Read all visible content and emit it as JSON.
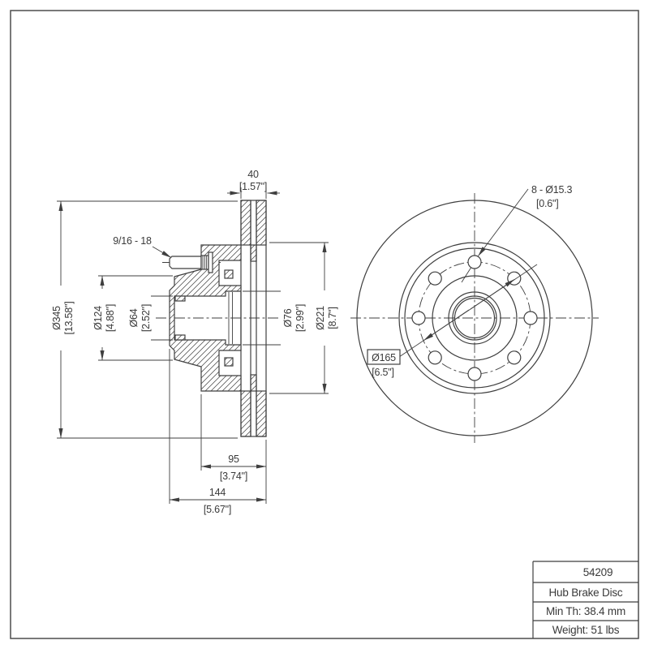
{
  "title_block": {
    "part_number": "54209",
    "part_name": "Hub Brake Disc",
    "min_thickness": "Min Th: 38.4 mm",
    "weight": "Weight: 51 lbs"
  },
  "left_view": {
    "disc_width_mm": "40",
    "disc_width_in": "[1.57\"]",
    "stud_thread": "9/16 - 18",
    "outer_dia_mm": "Ø345",
    "outer_dia_in": "[13.58\"]",
    "shoulder_dia_mm": "Ø124",
    "shoulder_dia_in": "[4.88\"]",
    "bore_dia_mm": "Ø64",
    "bore_dia_in": "[2.52\"]",
    "race_dia_mm": "Ø76",
    "race_dia_in": "[2.99\"]",
    "friction_dia_mm": "Ø221",
    "friction_dia_in": "[8.7\"]",
    "mount_offset_mm": "95",
    "mount_offset_in": "[3.74\"]",
    "overall_depth_mm": "144",
    "overall_depth_in": "[5.67\"]"
  },
  "front_view": {
    "bolt_holes_mm": "8 - Ø15.3",
    "bolt_holes_in": "[0.6\"]",
    "bolt_circle_mm": "Ø165",
    "bolt_circle_in": "[6.5\"]"
  },
  "colors": {
    "line": "#3f3f3f",
    "text": "#3a3a3a",
    "background": "#ffffff"
  }
}
